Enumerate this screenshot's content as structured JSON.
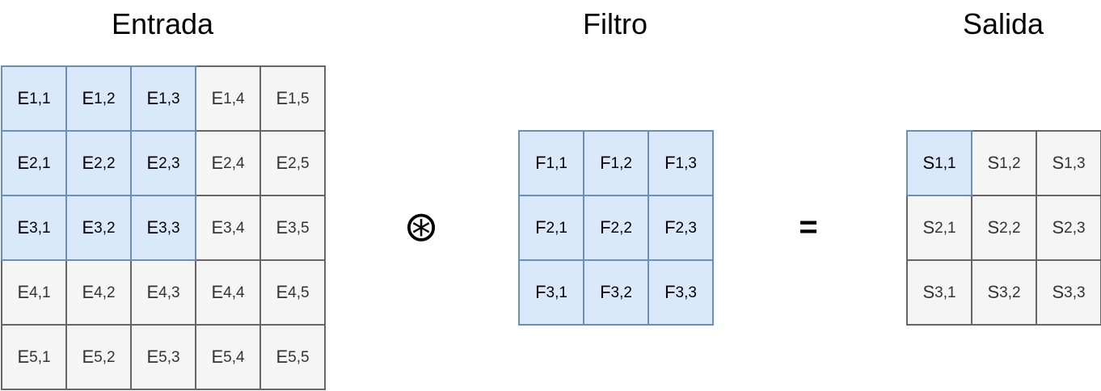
{
  "titles": {
    "input": "Entrada",
    "filter": "Filtro",
    "output": "Salida"
  },
  "operators": {
    "convolve": "⊛",
    "equals": "="
  },
  "colors": {
    "highlight_fill": "#dae8fc",
    "highlight_border": "#6c8ebf",
    "plain_fill": "#f5f5f5",
    "plain_border": "#666666"
  },
  "input": {
    "letter": "E",
    "rows": 5,
    "cols": 5,
    "highlighted": [
      [
        1,
        1
      ],
      [
        1,
        2
      ],
      [
        1,
        3
      ],
      [
        2,
        1
      ],
      [
        2,
        2
      ],
      [
        2,
        3
      ],
      [
        3,
        1
      ],
      [
        3,
        2
      ],
      [
        3,
        3
      ]
    ]
  },
  "filter": {
    "letter": "F",
    "rows": 3,
    "cols": 3,
    "highlighted": [
      [
        1,
        1
      ],
      [
        1,
        2
      ],
      [
        1,
        3
      ],
      [
        2,
        1
      ],
      [
        2,
        2
      ],
      [
        2,
        3
      ],
      [
        3,
        1
      ],
      [
        3,
        2
      ],
      [
        3,
        3
      ]
    ]
  },
  "output": {
    "letter": "S",
    "rows": 3,
    "cols": 3,
    "highlighted": [
      [
        1,
        1
      ]
    ]
  }
}
